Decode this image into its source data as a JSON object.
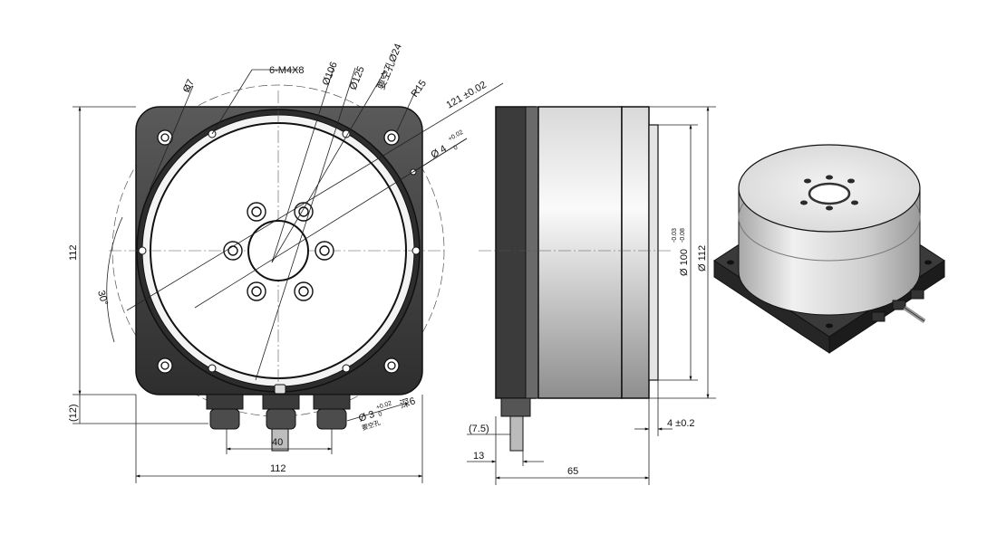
{
  "front_view": {
    "holes_outer": "Ø7",
    "thread": "6-M4X8",
    "bolt_circle_1": "Ø106",
    "bolt_circle_2": "Ø125",
    "center_hole": "要空孔Ø24",
    "radius": "R15",
    "outer_tol": "121 ±0.02",
    "pin_hole_main": "Ø 4",
    "pin_hole_upper": "+0.02",
    "pin_hole_lower": "0",
    "angle": "30°",
    "height": "112",
    "cable_height": "(12)",
    "cable_spacing": "40",
    "width": "112",
    "pin2_main": "Ø 3",
    "pin2_upper": "+0.02",
    "pin2_lower": "0",
    "pin2_depth": "深6",
    "pin2_note": "要空孔"
  },
  "side_view": {
    "diameter_spigot_main": "Ø 100",
    "diameter_spigot_upper": "-0.03",
    "diameter_spigot_lower": "-0.08",
    "diameter_body": "Ø 112",
    "spigot_height": "4 ±0.2",
    "cable_offset": "(7.5)",
    "cable_length": "13",
    "length": "65"
  },
  "colors": {
    "flange": "#4a4a4a",
    "ring_dark": "#2a2a2a",
    "line": "#111111"
  }
}
